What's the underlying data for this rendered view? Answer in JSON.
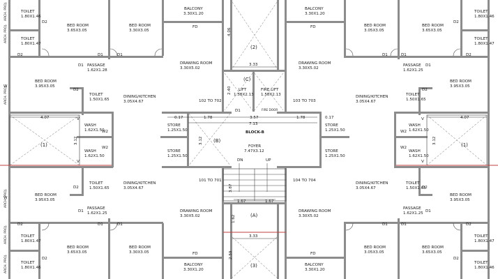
{
  "rooms": {
    "toilet_tl1": "TOILET",
    "toilet_tl1_size": "1.80X1.46",
    "toilet_tl2": "TOILET",
    "toilet_tl2_size": "1.80X1.47",
    "bed_tl_a": "BED ROOM",
    "bed_tl_a_size": "3.65X3.05",
    "bed_tl_b": "BED ROOM",
    "bed_tl_b_size": "3.30X3.05",
    "balcony_tl": "BALCONY",
    "balcony_tl_size": "3.30X1.20",
    "bed_tl_c": "BED ROOM",
    "bed_tl_c_size": "3.95X3.05",
    "passage_tl": "PASSAGE",
    "passage_tl_size": "1.62X1.28",
    "toilet_tl3": "TOILET",
    "toilet_tl3_size": "1.50X1.65",
    "drawing_tl": "DRAWING ROOM",
    "drawing_tl_size": "3.30X5.02",
    "dining_tl": "DINING/KITCHEN",
    "dining_tl_size": "3.05X4.67",
    "balcony_tr": "BALCONY",
    "balcony_tr_size": "3.30X1.20",
    "bed_tr_a": "BED ROOM",
    "bed_tr_a_size": "3.05X3.05",
    "bed_tr_b": "BED ROOM",
    "bed_tr_b_size": "3.65X3.05",
    "toilet_tr1": "TOILET",
    "toilet_tr1_size": "1.80X1.46",
    "toilet_tr2": "TOILET",
    "toilet_tr2_size": "1.80X1.47",
    "drawing_tr": "DRAWING ROOM",
    "drawing_tr_size": "3.30X5.02",
    "passage_tr": "PASSAGE",
    "passage_tr_size": "1.62X1.25",
    "bed_tr_c": "BED ROOM",
    "bed_tr_c_size": "3.95X3.05",
    "toilet_tr3": "TOILET",
    "toilet_tr3_size": "1.50X1.65",
    "dining_tr": "DINING/KITCHEN",
    "dining_tr_size": "3.05X4.67",
    "wash_l1": "WASH",
    "wash_l1_size": "1.62X1.50",
    "wash_l2": "WASH",
    "wash_l2_size": "1.62X1.50",
    "store_l1": "STORE",
    "store_l1_size": "1.25X1.50",
    "store_l2": "STORE",
    "store_l2_size": "1.25X1.50",
    "store_r1": "STORE",
    "store_r1_size": "1.25X1.50",
    "store_r2": "STORE",
    "store_r2_size": "1.25X1.50",
    "wash_r1": "WASH",
    "wash_r1_size": "1.62X1.50",
    "wash_r2": "WASH",
    "wash_r2_size": "1.62X1.50",
    "lift": "LIFT",
    "lift_size": "1.58X2.13",
    "fire_lift": "FIRE LIFT",
    "fire_lift_size": "1.58X2.13",
    "fire_door": "FIRE DOOR",
    "block": "BLOCK-B",
    "foyer": "FOYER",
    "foyer_size": "7.47X3.12",
    "unit_tl": "102 TO 702",
    "unit_tr": "103 TO 703",
    "unit_bl": "101 TO 701",
    "unit_br": "104 TO 704",
    "toilet_bl3": "TOILET",
    "toilet_bl3_size": "1.50X1.65",
    "dining_bl": "DINING/KITCHEN",
    "dining_bl_size": "3.05X4.67",
    "bed_bl_c": "BED ROOM",
    "bed_bl_c_size": "3.95X3.05",
    "passage_bl": "PASSAGE",
    "passage_bl_size": "1.62X1.25",
    "drawing_bl": "DRAWING ROOM",
    "drawing_bl_size": "3.30X5.02",
    "toilet_bl2": "TOILET",
    "toilet_bl2_size": "1.80X1.47",
    "toilet_bl1": "TOILET",
    "toilet_bl1_size": "1.80X1.46",
    "bed_bl_a": "BED ROOM",
    "bed_bl_a_size": "3.65X3.05",
    "bed_bl_b": "BED ROOM",
    "bed_bl_b_size": "3.30X3.05",
    "balcony_bl": "BALCONY",
    "balcony_bl_size": "3.30X1.20",
    "drawing_br": "DRAWING ROOM",
    "drawing_br_size": "3.30X5.02",
    "dining_br": "DINING/KITCHEN",
    "dining_br_size": "3.05X4.67",
    "toilet_br3": "TOILET",
    "toilet_br3_size": "1.50X1.65",
    "bed_br_c": "BED ROOM",
    "bed_br_c_size": "3.95X3.05",
    "passage_br": "PASSAGE",
    "passage_br_size": "1.62X1.25",
    "bed_br_a": "BED ROOM",
    "bed_br_a_size": "3.05X3.05",
    "bed_br_b": "BED ROOM",
    "bed_br_b_size": "3.65X3.05",
    "toilet_br2": "TOILET",
    "toilet_br2_size": "1.80X1.47",
    "toilet_br1": "TOILET",
    "toilet_br1_size": "1.80X1.46",
    "balcony_br": "BALCONY",
    "balcony_br_size": "3.30X1.20"
  },
  "markers": {
    "m1_left": "(1)",
    "m1_right": "(1)",
    "m2": "(2)",
    "m3": "(3)",
    "mA": "(A)",
    "mB": "(B)",
    "mC": "(C)",
    "dn": "DN",
    "up": "UP"
  },
  "doors": {
    "d1": "D1",
    "d2": "D2",
    "fd": "FD",
    "v": "V",
    "w": "W",
    "w2": "W2",
    "arch": "ARCH. PROJ."
  },
  "dims": {
    "d_406": "4.06",
    "d_333a": "3.33",
    "d_333b": "3.33",
    "d_240": "2.40",
    "d_017a": "0.17",
    "d_017b": "0.17",
    "d_178a": "1.78",
    "d_178b": "1.78",
    "d_357": "3.57",
    "d_713": "7.13",
    "d_407a": "4.07",
    "d_407b": "4.07",
    "d_312a": "3.12",
    "d_312b": "3.12",
    "d_312c": "3.12",
    "d_387": "3.87",
    "d_167a": "1.67",
    "d_167b": "1.67",
    "d_162": "1.62",
    "d_259": "2.59"
  }
}
